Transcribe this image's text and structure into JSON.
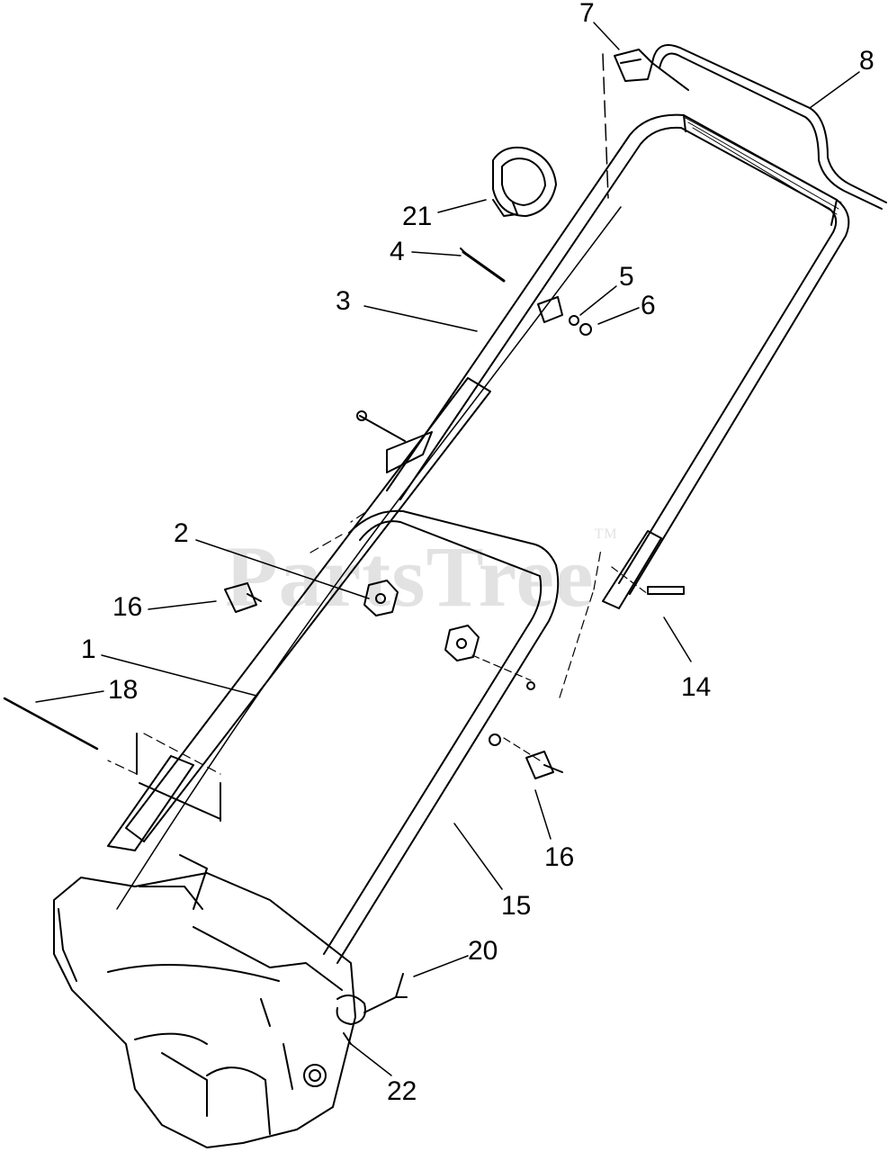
{
  "watermark": {
    "text": "PartsTree",
    "mark": "TM",
    "color": "#e2e2e2"
  },
  "callouts": [
    {
      "id": "c7",
      "label": "7"
    },
    {
      "id": "c8",
      "label": "8"
    },
    {
      "id": "c21",
      "label": "21"
    },
    {
      "id": "c4",
      "label": "4"
    },
    {
      "id": "c5",
      "label": "5"
    },
    {
      "id": "c6",
      "label": "6"
    },
    {
      "id": "c3",
      "label": "3"
    },
    {
      "id": "c2",
      "label": "2"
    },
    {
      "id": "c16a",
      "label": "16"
    },
    {
      "id": "c1",
      "label": "1"
    },
    {
      "id": "c18",
      "label": "18"
    },
    {
      "id": "c14",
      "label": "14"
    },
    {
      "id": "c16b",
      "label": "16"
    },
    {
      "id": "c15",
      "label": "15"
    },
    {
      "id": "c20",
      "label": "20"
    },
    {
      "id": "c22",
      "label": "22"
    }
  ],
  "colors": {
    "line": "#000000",
    "background": "#ffffff"
  }
}
